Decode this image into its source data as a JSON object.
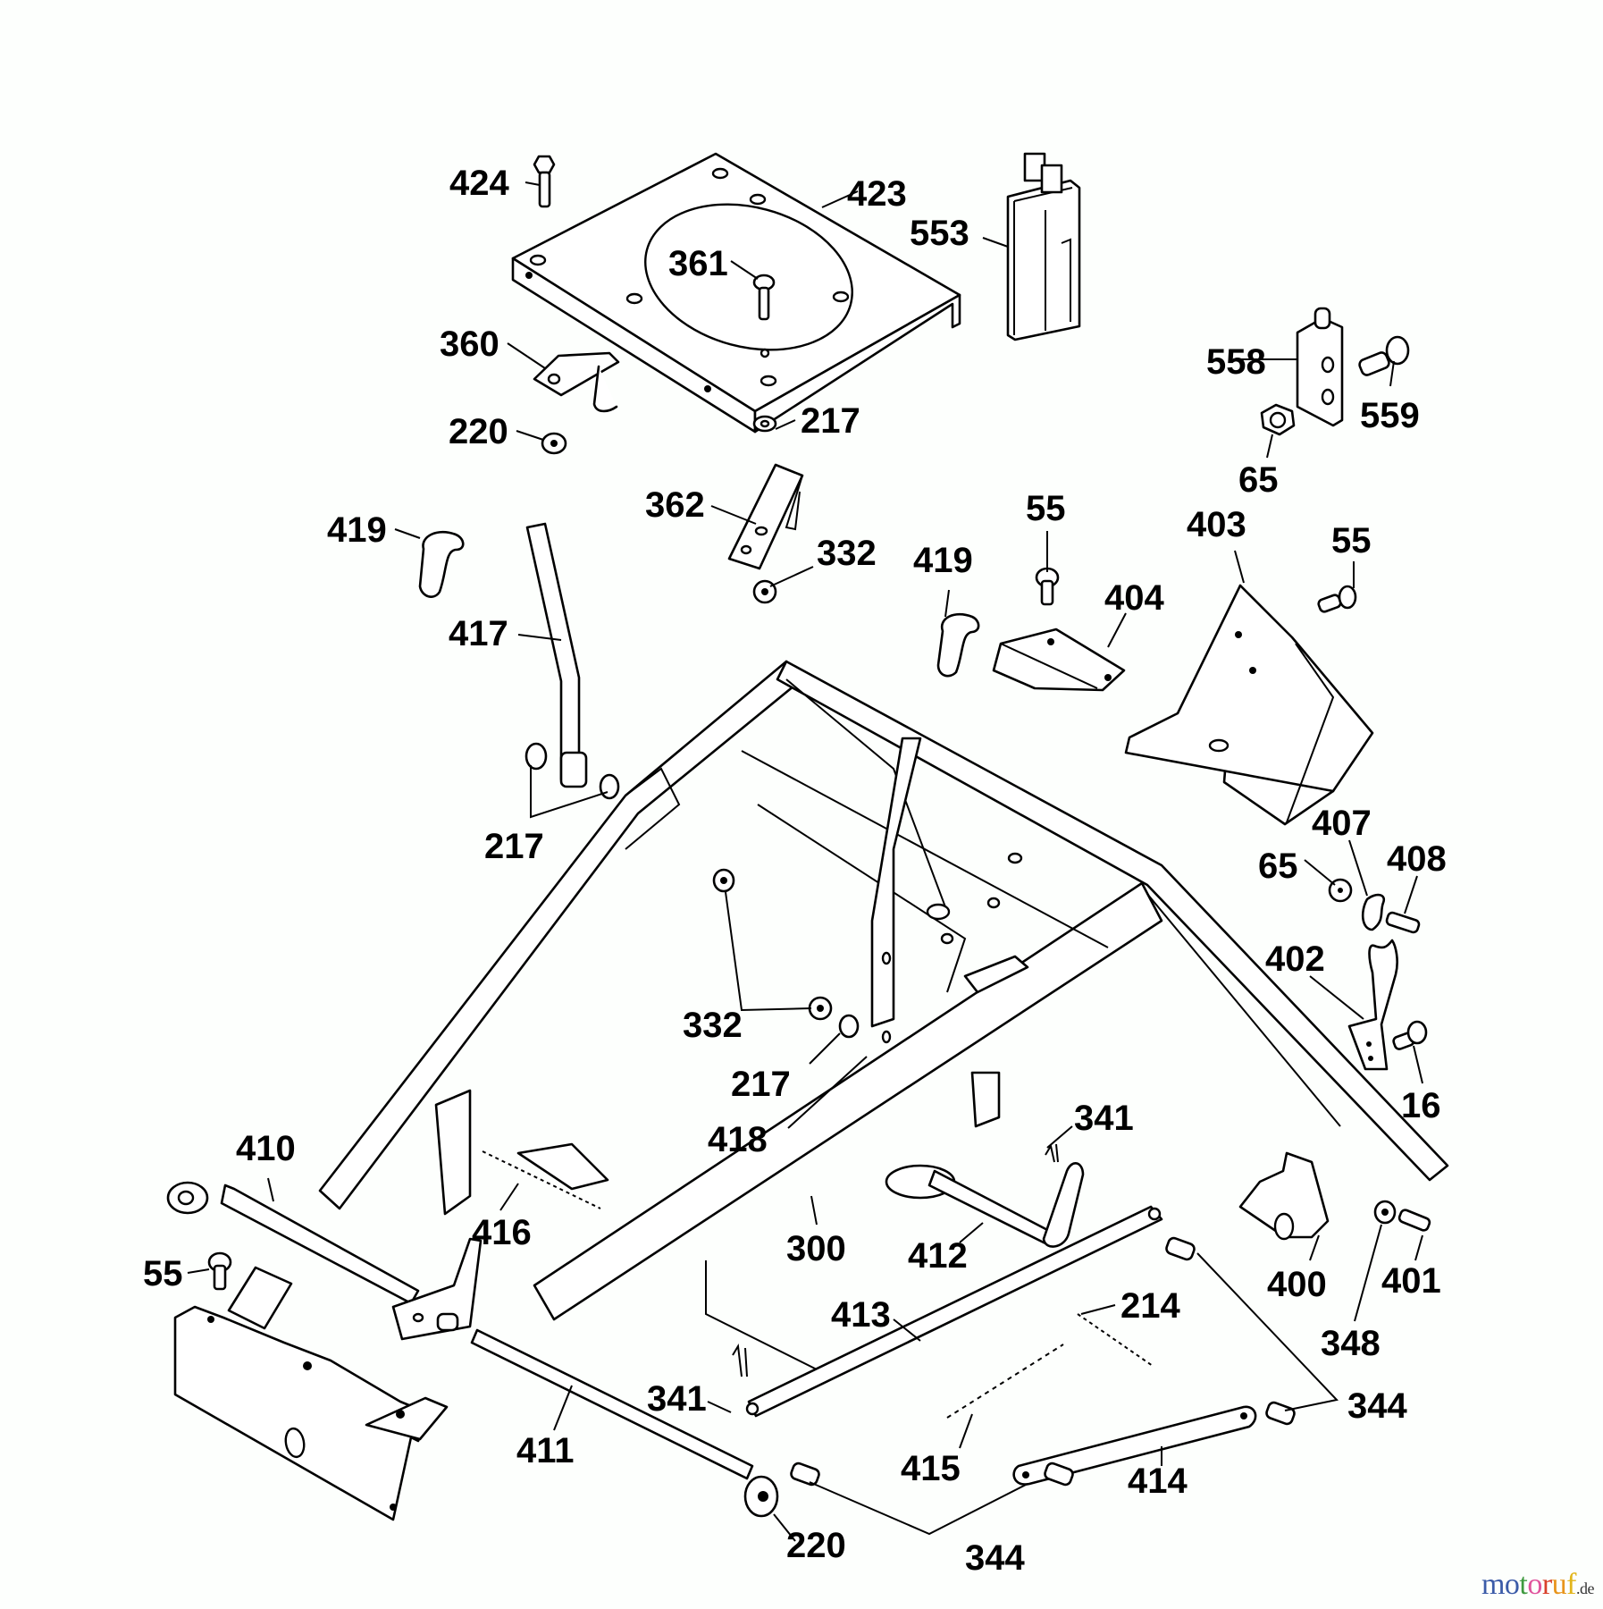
{
  "diagram": {
    "title": "Frame assembly exploded parts diagram",
    "labels": [
      {
        "id": "424",
        "text": "424"
      },
      {
        "id": "423",
        "text": "423"
      },
      {
        "id": "553",
        "text": "553"
      },
      {
        "id": "361",
        "text": "361"
      },
      {
        "id": "360",
        "text": "360"
      },
      {
        "id": "558",
        "text": "558"
      },
      {
        "id": "559",
        "text": "559"
      },
      {
        "id": "220a",
        "text": "220"
      },
      {
        "id": "217a",
        "text": "217"
      },
      {
        "id": "65a",
        "text": "65"
      },
      {
        "id": "362",
        "text": "362"
      },
      {
        "id": "419a",
        "text": "419"
      },
      {
        "id": "332a",
        "text": "332"
      },
      {
        "id": "419b",
        "text": "419"
      },
      {
        "id": "55a",
        "text": "55"
      },
      {
        "id": "403",
        "text": "403"
      },
      {
        "id": "55b",
        "text": "55"
      },
      {
        "id": "404",
        "text": "404"
      },
      {
        "id": "417",
        "text": "417"
      },
      {
        "id": "217b",
        "text": "217"
      },
      {
        "id": "407",
        "text": "407"
      },
      {
        "id": "65b",
        "text": "65"
      },
      {
        "id": "408",
        "text": "408"
      },
      {
        "id": "402",
        "text": "402"
      },
      {
        "id": "332b",
        "text": "332"
      },
      {
        "id": "217c",
        "text": "217"
      },
      {
        "id": "16",
        "text": "16"
      },
      {
        "id": "418",
        "text": "418"
      },
      {
        "id": "341a",
        "text": "341"
      },
      {
        "id": "410",
        "text": "410"
      },
      {
        "id": "416",
        "text": "416"
      },
      {
        "id": "300",
        "text": "300"
      },
      {
        "id": "412",
        "text": "412"
      },
      {
        "id": "400",
        "text": "400"
      },
      {
        "id": "401",
        "text": "401"
      },
      {
        "id": "55c",
        "text": "55"
      },
      {
        "id": "214",
        "text": "214"
      },
      {
        "id": "348",
        "text": "348"
      },
      {
        "id": "413",
        "text": "413"
      },
      {
        "id": "341b",
        "text": "341"
      },
      {
        "id": "344a",
        "text": "344"
      },
      {
        "id": "411",
        "text": "411"
      },
      {
        "id": "415",
        "text": "415"
      },
      {
        "id": "414",
        "text": "414"
      },
      {
        "id": "220b",
        "text": "220"
      },
      {
        "id": "344b",
        "text": "344"
      }
    ]
  },
  "watermark": {
    "letters": [
      {
        "ch": "m",
        "color": "#3b5ba8"
      },
      {
        "ch": "o",
        "color": "#3b5ba8"
      },
      {
        "ch": "t",
        "color": "#3f9a3f"
      },
      {
        "ch": "o",
        "color": "#e0529c"
      },
      {
        "ch": "r",
        "color": "#d8402a"
      },
      {
        "ch": "u",
        "color": "#e8951c"
      },
      {
        "ch": "f",
        "color": "#e2b51a"
      }
    ],
    "suffix": ".de"
  }
}
